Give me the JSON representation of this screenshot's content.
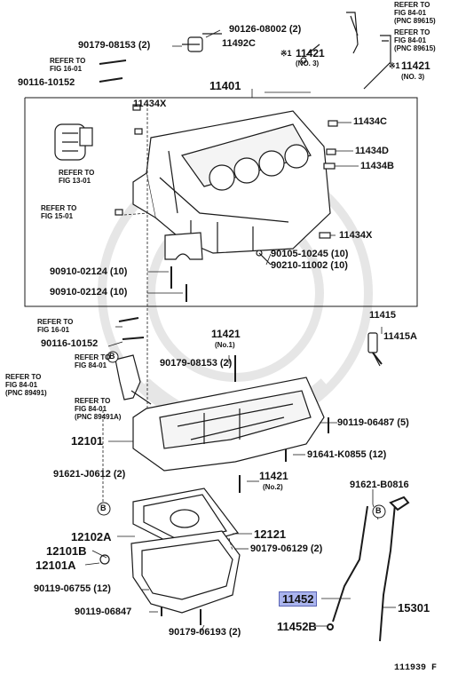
{
  "labels": {
    "p11401": "11401",
    "p11434x_top": "11434X",
    "p11434c": "11434C",
    "p11434d": "11434D",
    "p11434b": "11434B",
    "p11434x_mid": "11434X",
    "p11492c": "11492C",
    "p90126": "90126-08002 (2)",
    "p90179_top": "90179-08153 (2)",
    "p11421_no3_left": "11421",
    "p11421_no3_right": "11421",
    "no3": "(NO. 3)",
    "star": "※1",
    "p90116_top": "90116-10152",
    "p90116_bot": "90116-10152",
    "p90105": "90105-10245 (10)",
    "p90210": "90210-11002 (10)",
    "p90910_a": "90910-02124 (10)",
    "p90910_b": "90910-02124 (10)",
    "p11415": "11415",
    "p11415a": "11415A",
    "p11421_no1": "11421",
    "no1": "(No.1)",
    "p90179_mid": "90179-08153 (2)",
    "p90119_right": "90119-06487 (5)",
    "p12101": "12101",
    "p91641": "91641-K0855 (12)",
    "p91621_j": "91621-J0612 (2)",
    "p11421_no2": "11421",
    "no2": "(No.2)",
    "p91621_b": "91621-B0816",
    "p12102a": "12102A",
    "p12121": "12121",
    "p90179_06129": "90179-06129 (2)",
    "p12101b": "12101B",
    "p12101a": "12101A",
    "p90119_06755": "90119-06755 (12)",
    "p11452": "11452",
    "p15301": "15301",
    "p90119_06847": "90119-06847",
    "p90179_06193": "90179-06193 (2)",
    "p11452b": "11452B",
    "circle_b": "B",
    "ref_13": "REFER TO\nFIG 13-01",
    "ref_15": "REFER TO\nFIG 15-01",
    "ref_16_top": "REFER TO\nFIG 16-01",
    "ref_16_bot": "REFER TO\nFIG 16-01",
    "ref_84_a": "REFER TO\nFIG 84-01\n(PNC 89615)",
    "ref_84_b": "REFER TO\nFIG 84-01\n(PNC 89615)",
    "ref_84_c": "REFER TO\nFIG 84-01",
    "ref_84_d": "REFER TO\nFIG 84-01\n(PNC 89491)",
    "ref_84_e": "REFER TO\nFIG 84-01\n(PNC 89491A)",
    "fig_code": "111939  F"
  },
  "colors": {
    "line": "#1a1a1a",
    "highlight": "#aab4ee",
    "watermark": "#e8e8e8"
  }
}
